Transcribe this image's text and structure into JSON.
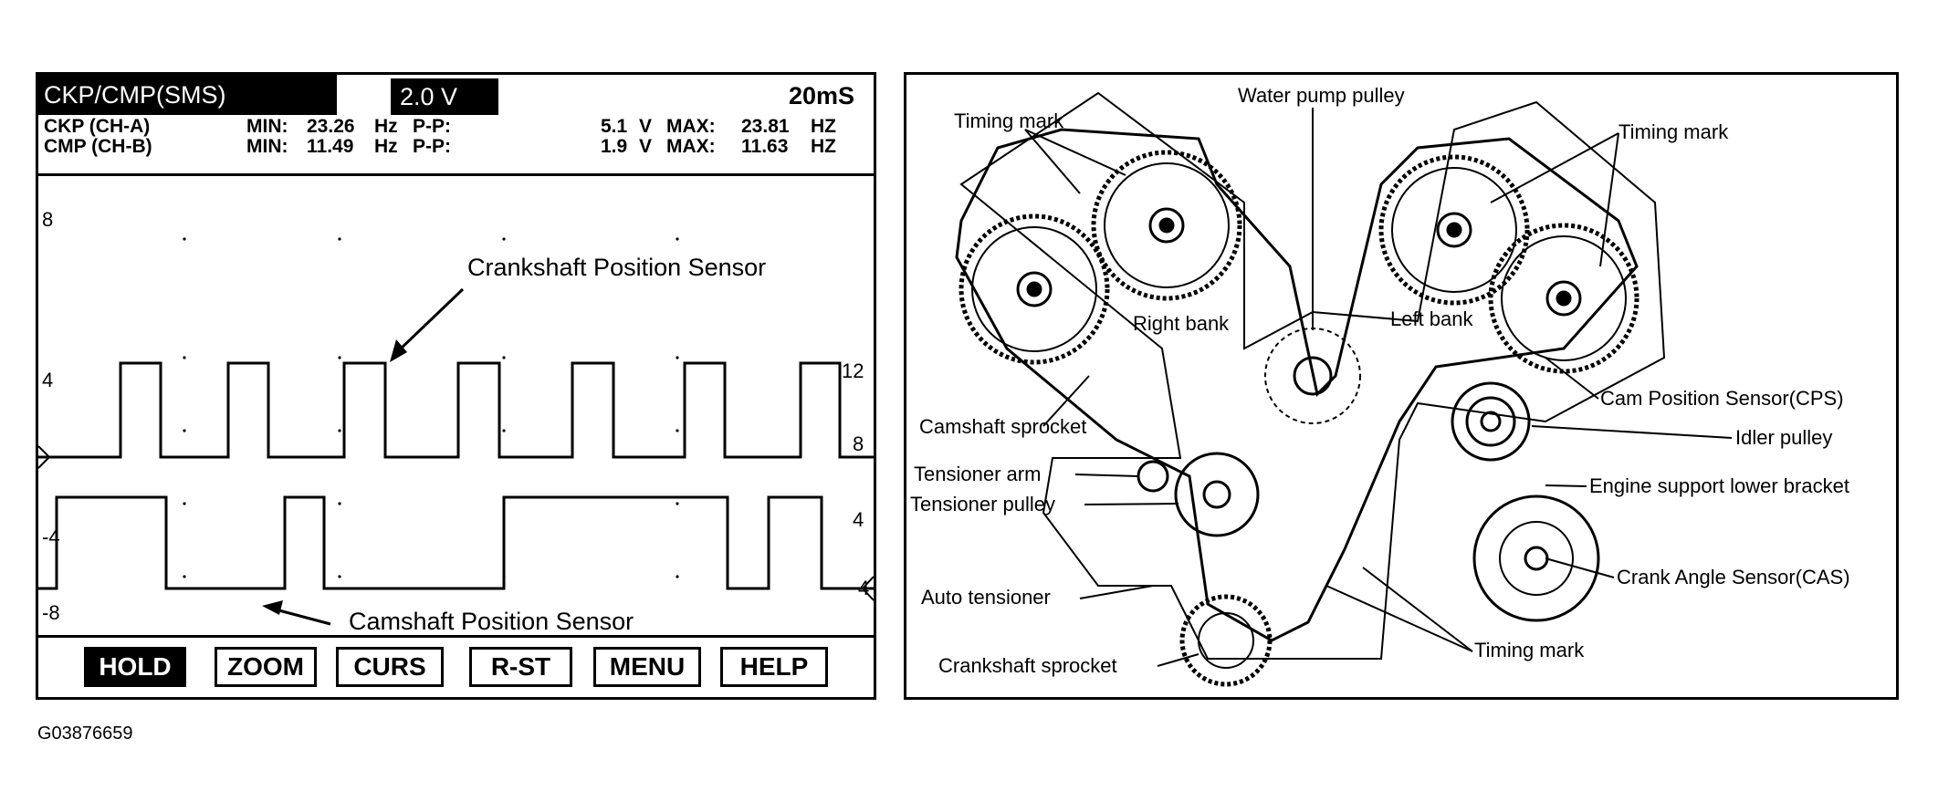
{
  "scope": {
    "title": "CKP/CMP(SMS)",
    "voltage": "2.0 V",
    "timebase": "20mS",
    "rows": [
      {
        "name": "CKP (CH-A)",
        "min_label": "MIN:",
        "min": "23.26",
        "unit": "Hz",
        "pp_label": "P-P:",
        "pp": "5.1",
        "pp_unit": "V",
        "max_label": "MAX:",
        "max": "23.81",
        "max_unit": "HZ"
      },
      {
        "name": "CMP (CH-B)",
        "min_label": "MIN:",
        "min": "11.49",
        "unit": "Hz",
        "pp_label": "P-P:",
        "pp": "1.9",
        "pp_unit": "V",
        "max_label": "MAX:",
        "max": "11.63",
        "max_unit": "HZ"
      }
    ],
    "left_scale": [
      "8",
      "4",
      "-4",
      "-8"
    ],
    "right_scale": [
      "12",
      "8",
      "4",
      "4"
    ],
    "annotations": {
      "crank": "Crankshaft Position Sensor",
      "cam": "Camshaft Position Sensor"
    },
    "buttons": [
      "HOLD",
      "ZOOM",
      "CURS",
      "R-ST",
      "MENU",
      "HELP"
    ]
  },
  "engine": {
    "labels": {
      "timing_mark_left": "Timing mark",
      "water_pump_pulley": "Water pump pulley",
      "timing_mark_right": "Timing mark",
      "right_bank": "Right bank",
      "left_bank": "Left bank",
      "camshaft_sprocket": "Camshaft sprocket",
      "cam_position_sensor": "Cam Position Sensor(CPS)",
      "idler_pulley": "Idler pulley",
      "tensioner_arm": "Tensioner arm",
      "engine_support_lower_bracket": "Engine support lower bracket",
      "tensioner_pulley": "Tensioner pulley",
      "crank_angle_sensor": "Crank Angle Sensor(CAS)",
      "auto_tensioner": "Auto tensioner",
      "crankshaft_sprocket": "Crankshaft sprocket",
      "timing_mark_bottom": "Timing mark"
    }
  },
  "footer": "G03876659"
}
